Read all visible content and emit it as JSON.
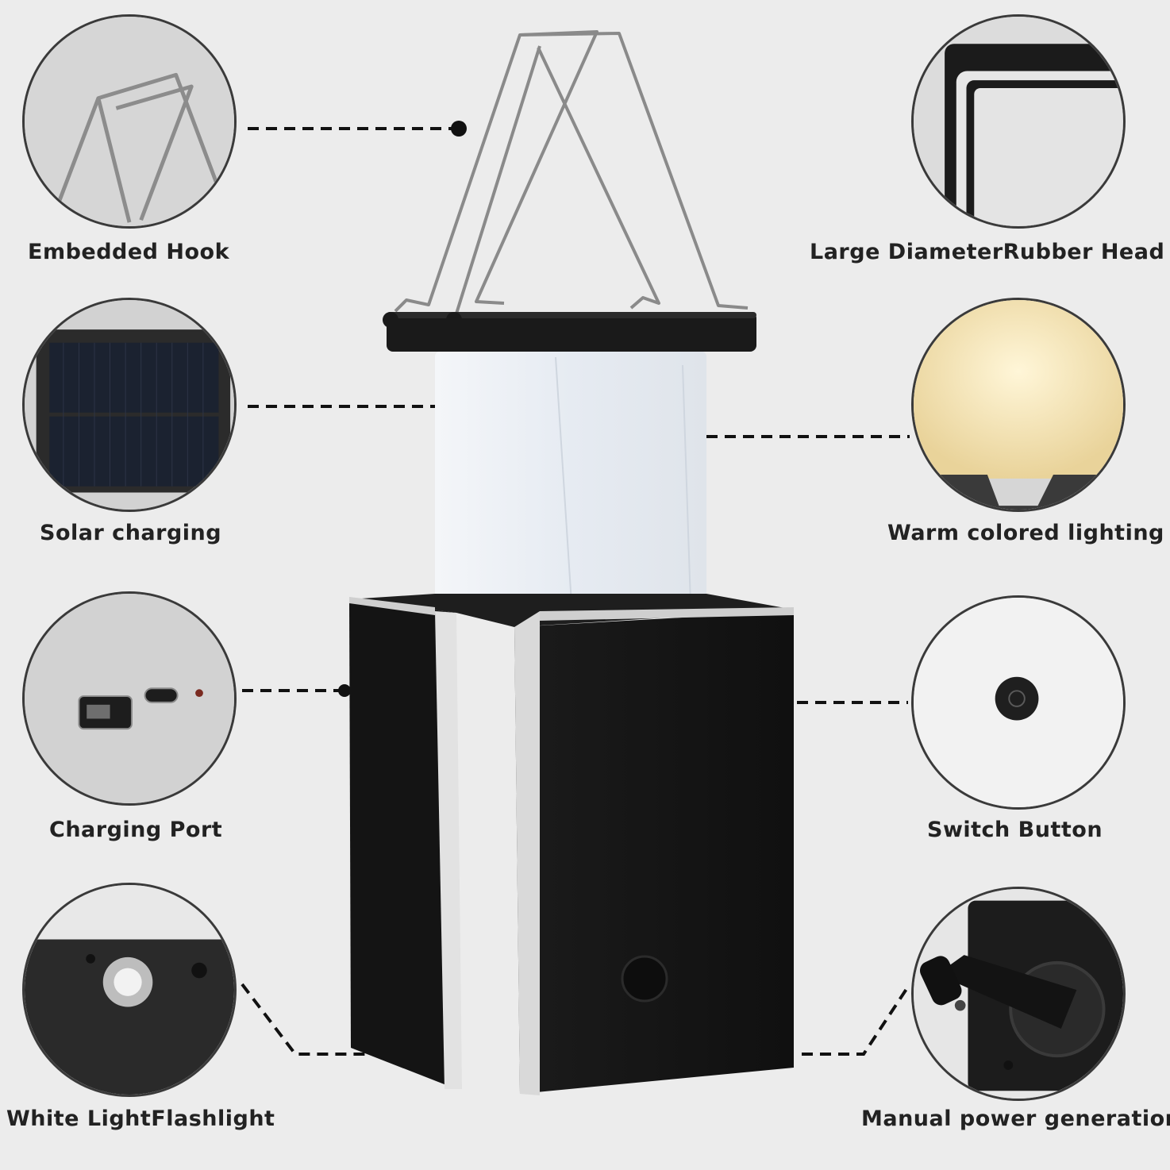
{
  "features": {
    "embedded_hook": "Embedded Hook",
    "rubber_head": "Large DiameterRubber Head",
    "solar_charging": "Solar charging",
    "warm_lighting": "Warm colored lighting",
    "charging_port": "Charging Port",
    "switch_button": "Switch Button",
    "flashlight": "White LightFlashlight",
    "manual_power": "Manual power generation"
  },
  "colors": {
    "background": "#ececec",
    "lantern_body": "#151515",
    "lantern_shade": "#eef1f5",
    "trim": "#d9d9d9",
    "warm_light": "#f6e6b8"
  }
}
